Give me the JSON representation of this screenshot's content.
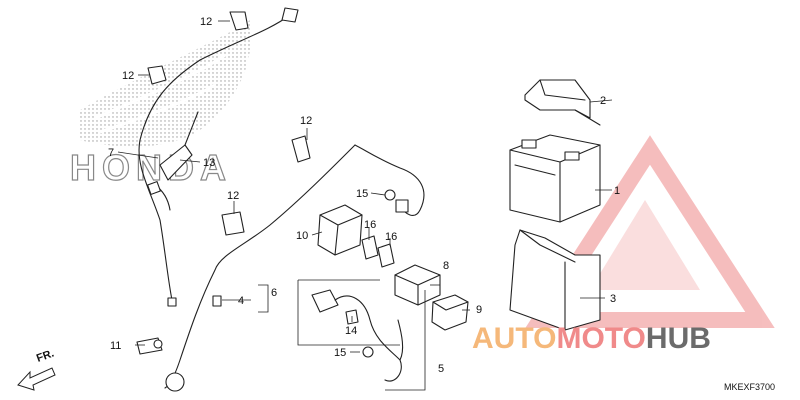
{
  "diagram": {
    "code": "MKEXF3700",
    "direction_label": "FR.",
    "background_logo_text": "HONDA",
    "callouts": {
      "c1": "1",
      "c2": "2",
      "c3": "3",
      "c4": "4",
      "c5": "5",
      "c6": "6",
      "c7": "7",
      "c8": "8",
      "c9": "9",
      "c10": "10",
      "c11": "11",
      "c12a": "12",
      "c12b": "12",
      "c12c": "12",
      "c12d": "12",
      "c13": "13",
      "c14": "14",
      "c15a": "15",
      "c15b": "15",
      "c16a": "16",
      "c16b": "16"
    }
  },
  "watermark": {
    "part1": "AUTO",
    "part2": "MOTO",
    "part3": "HUB",
    "color_orange": "#f5b87a",
    "color_red": "#f08a8a",
    "color_dark": "#6b6b6b"
  }
}
